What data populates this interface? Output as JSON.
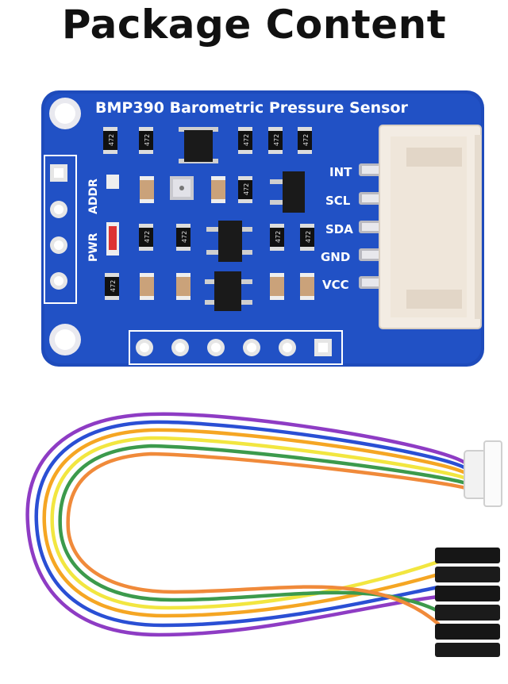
{
  "title": "Package Content",
  "board": {
    "name": "BMP390 Barometric Pressure Sensor",
    "pin_labels": [
      "INT",
      "SCL",
      "SDA",
      "GND",
      "VCC"
    ],
    "side_labels": [
      "ADDR",
      "PWR"
    ],
    "resistor_codes": [
      "472",
      "472",
      "472",
      "472",
      "472",
      "472",
      "472",
      "472",
      "472",
      "472",
      "472"
    ],
    "pcb_color": "#1f4fbf",
    "connector_color": "#f4ede4"
  },
  "cable": {
    "wire_colors": [
      "#8e3cc4",
      "#2a4fd4",
      "#f5a623",
      "#f2e640",
      "#3c9a4c",
      "#f08a3a"
    ]
  }
}
